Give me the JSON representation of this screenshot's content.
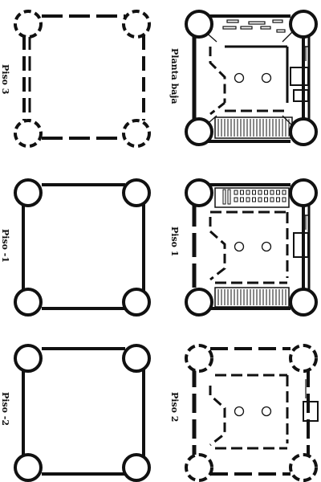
{
  "plans": [
    {
      "key": "piso3",
      "label": "Piso 3"
    },
    {
      "key": "planta_baja",
      "label": "Planta baja"
    },
    {
      "key": "piso_m1",
      "label": "Piso -1"
    },
    {
      "key": "piso1",
      "label": "Piso 1"
    },
    {
      "key": "piso_m2",
      "label": "Piso -2"
    },
    {
      "key": "piso2",
      "label": "Piso 2"
    }
  ]
}
